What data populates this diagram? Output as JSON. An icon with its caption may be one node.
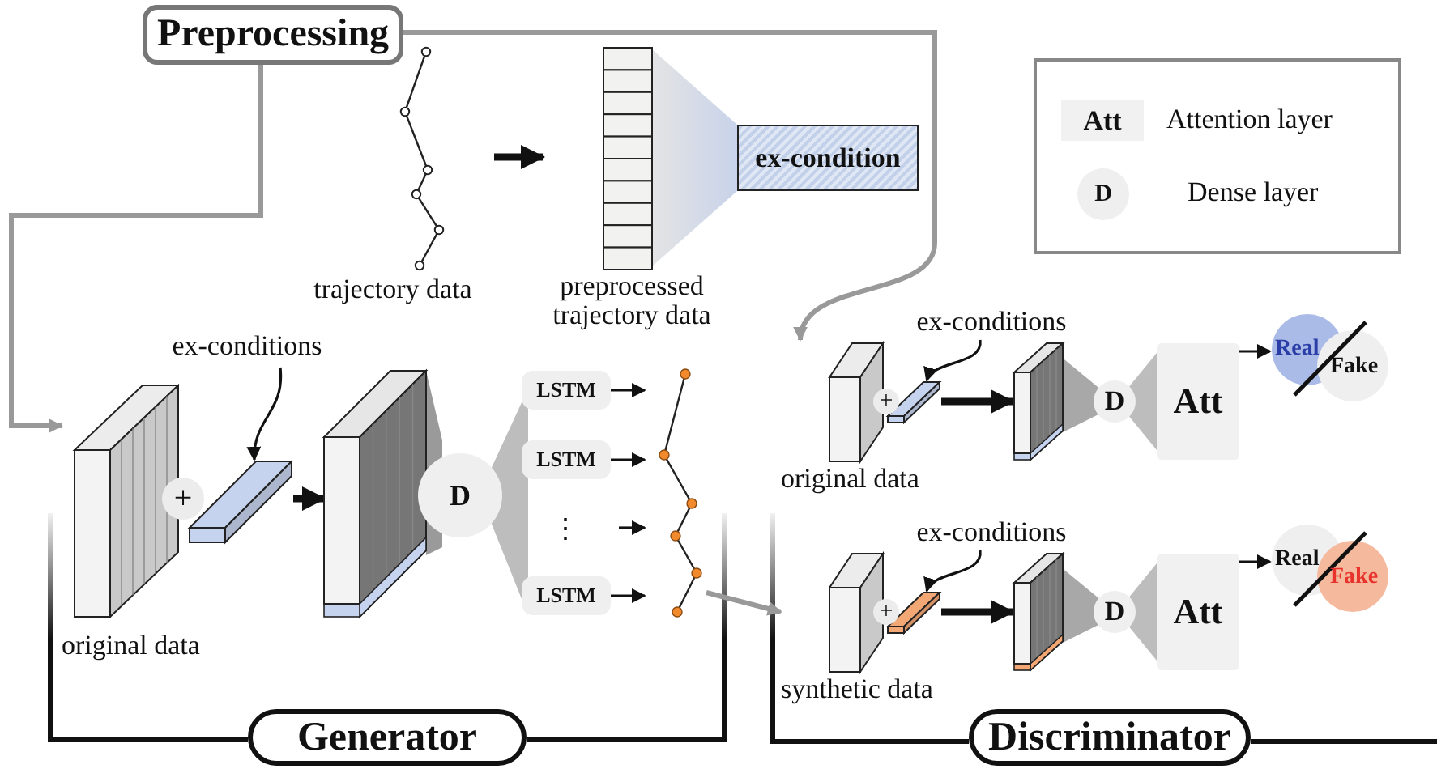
{
  "diagram": {
    "nodes": [
      {
        "text": [
          "Preprocessing"
        ]
      },
      {
        "text": [
          "trajectory data"
        ]
      },
      {
        "text": [
          "preprocessed trajectory data"
        ]
      },
      {
        "text": [
          "ex-condition"
        ]
      },
      {
        "text": [
          "original data"
        ]
      },
      {
        "text": [
          "ex-conditions"
        ]
      },
      {
        "text": [],
        "shape": "bar"
      },
      {
        "text": [],
        "shape": "box"
      },
      {
        "text": [
          "D"
        ]
      },
      {
        "text": [
          "LSTM"
        ]
      },
      {
        "text": [
          "LSTM"
        ]
      },
      {
        "text": [
          "LSTM"
        ]
      },
      {
        "text": [],
        "shape": "picture"
      },
      {
        "text": [
          "Generator"
        ]
      },
      {
        "text": [
          "original data"
        ]
      },
      {
        "text": [
          "ex-conditions"
        ]
      },
      {
        "text": [],
        "shape": "bar"
      },
      {
        "text": [],
        "shape": "box"
      },
      {
        "text": [
          "D"
        ]
      },
      {
        "text": [
          "Att"
        ]
      },
      {
        "text": [
          "Real",
          "Fake"
        ]
      },
      {
        "text": [
          "synthetic data"
        ]
      },
      {
        "text": [
          "ex-conditions"
        ]
      },
      {
        "text": [],
        "shape": "bar"
      },
      {
        "text": [],
        "shape": "box"
      },
      {
        "text": [
          "D"
        ]
      },
      {
        "text": [
          "Att"
        ]
      },
      {
        "text": [
          "Real",
          "Fake"
        ]
      },
      {
        "text": [
          "Discriminator"
        ]
      },
      {
        "text": [],
        "shape": "trapezoid"
      },
      {
        "text": [],
        "shape": "trapezoid"
      },
      {
        "text": [],
        "shape": "trapezoid"
      },
      {
        "text": [],
        "shape": "trapezoid"
      },
      {
        "text": [],
        "shape": "trapezoid"
      },
      {
        "text": [],
        "shape": "trapezoid"
      },
      {
        "text": [],
        "shape": "trapezoid"
      }
    ],
    "edges": [
      {
        "from": 1,
        "to": 2,
        "arrow": "to",
        "style": "thick"
      },
      {
        "from": 0,
        "to": 4,
        "arrow": "to",
        "color": "#999999"
      },
      {
        "from": 0,
        "to": 14,
        "arrow": "to",
        "color": "#999999"
      },
      {
        "from": 5,
        "to": 6,
        "arrow": "to"
      },
      {
        "from": 6,
        "to": 7,
        "arrow": "to",
        "style": "thick"
      },
      {
        "from": 9,
        "to": 12,
        "arrow": "to"
      },
      {
        "from": 10,
        "to": 12,
        "arrow": "to"
      },
      {
        "from": null,
        "to": 12,
        "arrow": "to"
      },
      {
        "from": 11,
        "to": 12,
        "arrow": "to"
      },
      {
        "from": 12,
        "to": 21,
        "arrow": "to",
        "color": "#999999"
      },
      {
        "from": 15,
        "to": 16,
        "arrow": "to"
      },
      {
        "from": 16,
        "to": 17,
        "arrow": "to",
        "style": "thick"
      },
      {
        "from": 19,
        "to": 20,
        "arrow": "to"
      },
      {
        "from": 22,
        "to": 23,
        "arrow": "to"
      },
      {
        "from": 23,
        "to": 24,
        "arrow": "to",
        "style": "thick"
      },
      {
        "from": 26,
        "to": 27,
        "arrow": "to"
      }
    ],
    "labels": [
      "+",
      "⋮",
      "+",
      "+",
      "Att",
      "D"
    ],
    "legend": [
      {
        "text": "Attention layer"
      },
      {
        "text": "Dense layer"
      }
    ]
  }
}
